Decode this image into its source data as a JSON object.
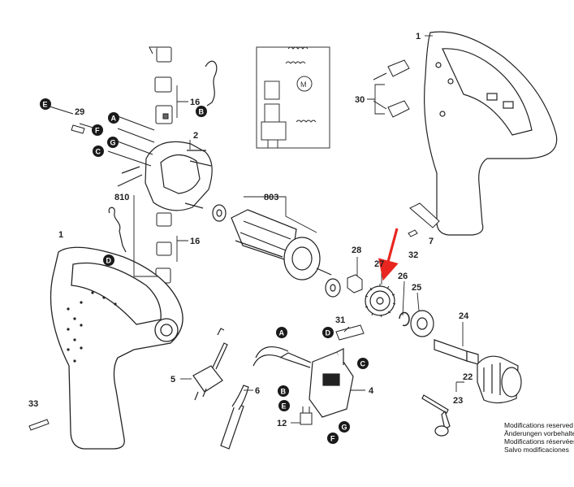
{
  "labels": {
    "p1_top": "1",
    "p1_bottom": "1",
    "p2": "2",
    "p4": "4",
    "p5": "5",
    "p6": "6",
    "p7": "7",
    "p12": "12",
    "p16_top": "16",
    "p16_bottom": "16",
    "p22": "22",
    "p23": "23",
    "p24": "24",
    "p25": "25",
    "p26": "26",
    "p27": "27",
    "p28": "28",
    "p29": "29",
    "p30": "30",
    "p31": "31",
    "p32": "32",
    "p33": "33",
    "p803": "803",
    "p810": "810"
  },
  "badges": {
    "a_left": "A",
    "b_top": "B",
    "c_left": "C",
    "d_left": "D",
    "e_left": "E",
    "f_left": "F",
    "g_left": "G",
    "a_switch": "A",
    "b_switch": "B",
    "c_switch": "C",
    "d_switch": "D",
    "e_switch": "E",
    "f_switch": "F",
    "g_switch": "G"
  },
  "notes": {
    "line1": "Modifications reserved",
    "line2": "Änderungen vorbehalten",
    "line3": "Modifications réservées",
    "line4": "Salvo modificaciones"
  },
  "colors": {
    "line": "#222222",
    "badge": "#1a1a1a",
    "arrow": "#e8261f"
  }
}
